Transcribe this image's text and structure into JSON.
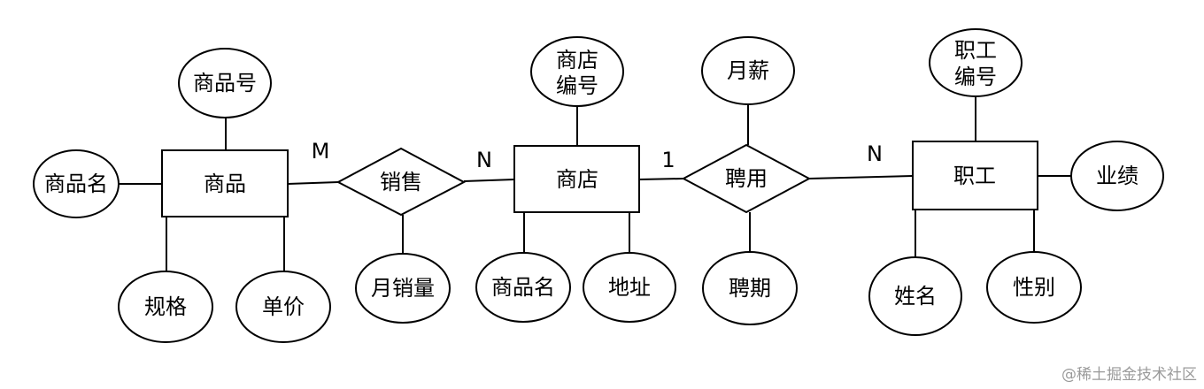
{
  "entities": {
    "goods": "商品",
    "store": "商店",
    "employee": "职工"
  },
  "relationships": {
    "sells": "销售",
    "hires": "聘用"
  },
  "attributes": {
    "goods_no": "商品号",
    "goods_name": "商品名",
    "spec": "规格",
    "unit_price": "单价",
    "monthly_sales": "月销量",
    "store_no_line1": "商店",
    "store_no_line2": "编号",
    "store_goods_name": "商品名",
    "address": "地址",
    "monthly_salary": "月薪",
    "hire_period": "聘期",
    "emp_no_line1": "职工",
    "emp_no_line2": "编号",
    "performance": "业绩",
    "name": "姓名",
    "gender": "性别"
  },
  "cardinalities": {
    "sells_goods": "M",
    "sells_store": "N",
    "hires_store": "1",
    "hires_employee": "N"
  },
  "watermark": "@稀土掘金技术社区"
}
